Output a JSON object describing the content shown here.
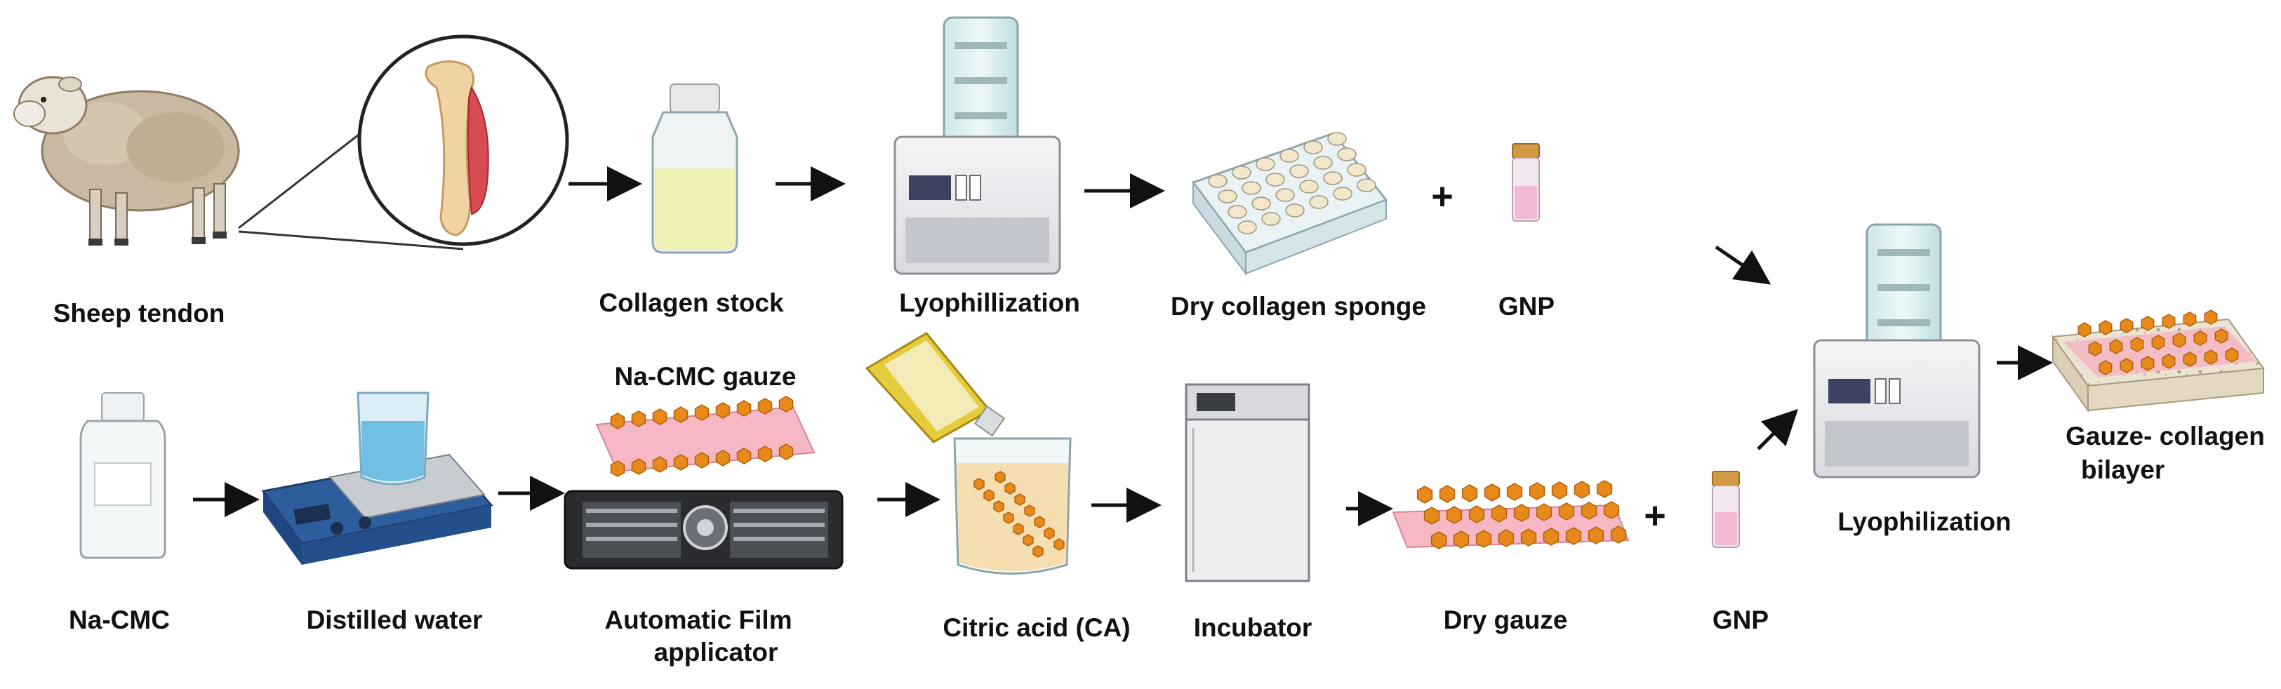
{
  "labels": {
    "sheep_tendon": "Sheep tendon",
    "collagen_stock": "Collagen stock",
    "lyophillization": "Lyophillization",
    "dry_collagen_sponge": "Dry collagen sponge",
    "gnp_top": "GNP",
    "na_cmc_gauze": "Na-CMC gauze",
    "na_cmc": "Na-CMC",
    "distilled_water": "Distilled water",
    "automatic_film_line1": "Automatic Film",
    "automatic_film_line2": "applicator",
    "citric_acid": "Citric acid (CA)",
    "incubator": "Incubator",
    "dry_gauze": "Dry gauze",
    "gnp_bottom": "GNP",
    "lyophilization": "Lyophilization",
    "bilayer_line1": "Gauze- collagen",
    "bilayer_line2": "bilayer"
  },
  "operators": {
    "plus": "+"
  },
  "colors": {
    "orange_bead": "#e8891c",
    "pink_gauze": "#f5b8c4",
    "collagen_liquid": "#eef0b4",
    "arrow": "#111111"
  }
}
